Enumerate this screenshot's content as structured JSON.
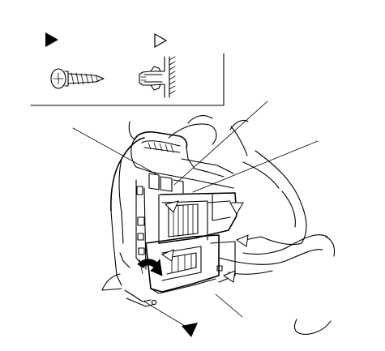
{
  "figure": {
    "type": "exploded-assembly-illustration",
    "background_color": "#ffffff",
    "line_color": "#000000"
  },
  "legend": {
    "items": [
      {
        "symbol": "filled-triangle-marker",
        "fastener": "screw-icon"
      },
      {
        "symbol": "open-triangle-marker",
        "fastener": "clip-icon"
      }
    ]
  },
  "callouts": [
    {
      "id": "leader-line-upper-left"
    },
    {
      "id": "leader-line-upper-center"
    },
    {
      "id": "leader-line-upper-right"
    },
    {
      "id": "leader-line-lower-right"
    }
  ],
  "markers": [
    {
      "id": "screw-marker-bottom",
      "kind": "filled-triangle-marker"
    },
    {
      "id": "clip-marker-upper-left",
      "kind": "open-triangle-marker"
    },
    {
      "id": "clip-marker-upper-right",
      "kind": "open-triangle-marker"
    },
    {
      "id": "clip-marker-middle-left",
      "kind": "open-triangle-marker"
    },
    {
      "id": "clip-marker-middle-right",
      "kind": "open-triangle-marker"
    },
    {
      "id": "clip-marker-lower-right",
      "kind": "open-triangle-marker"
    }
  ],
  "arrows": [
    {
      "id": "removal-direction-arrow",
      "kind": "curved-filled-arrow"
    }
  ]
}
